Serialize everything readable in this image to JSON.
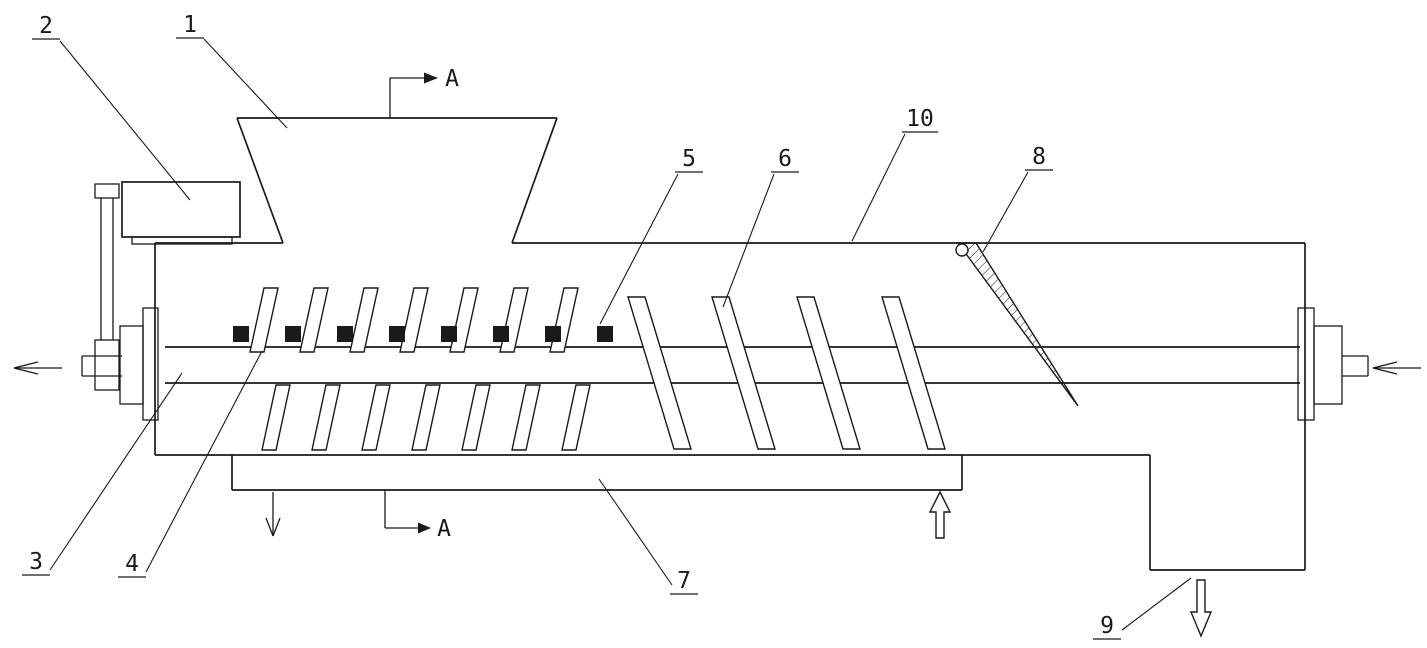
{
  "figure": {
    "background": "#ffffff",
    "line_color": "#1a1a1a",
    "labels": {
      "n1": "1",
      "n2": "2",
      "n3": "3",
      "n4": "4",
      "n5": "5",
      "n6": "6",
      "n7": "7",
      "n8": "8",
      "n9": "9",
      "n10": "10"
    },
    "section_markers": {
      "top": "A",
      "bottom": "A"
    }
  }
}
